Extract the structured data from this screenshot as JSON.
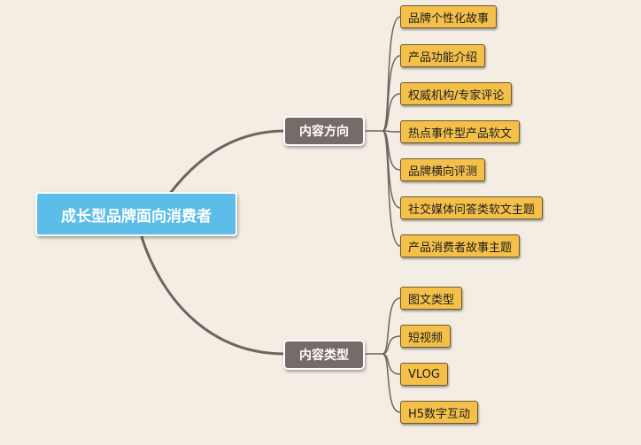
{
  "root": {
    "label": "成长型品牌面向消费者"
  },
  "branches": [
    {
      "label": "内容方向",
      "children": [
        "品牌个性化故事",
        "产品功能介绍",
        "权威机构/专家评论",
        "热点事件型产品软文",
        "品牌横向评测",
        "社交媒体问答类软文主题",
        "产品消费者故事主题"
      ]
    },
    {
      "label": "内容类型",
      "children": [
        "图文类型",
        "短视频",
        "VLOG",
        "H5数字互动"
      ]
    }
  ],
  "colors": {
    "background": "#f4ede3",
    "root_fill": "#5bbde8",
    "branch_fill": "#756b68",
    "leaf_fill": "#f4c04a",
    "connector": "#6d6560"
  }
}
